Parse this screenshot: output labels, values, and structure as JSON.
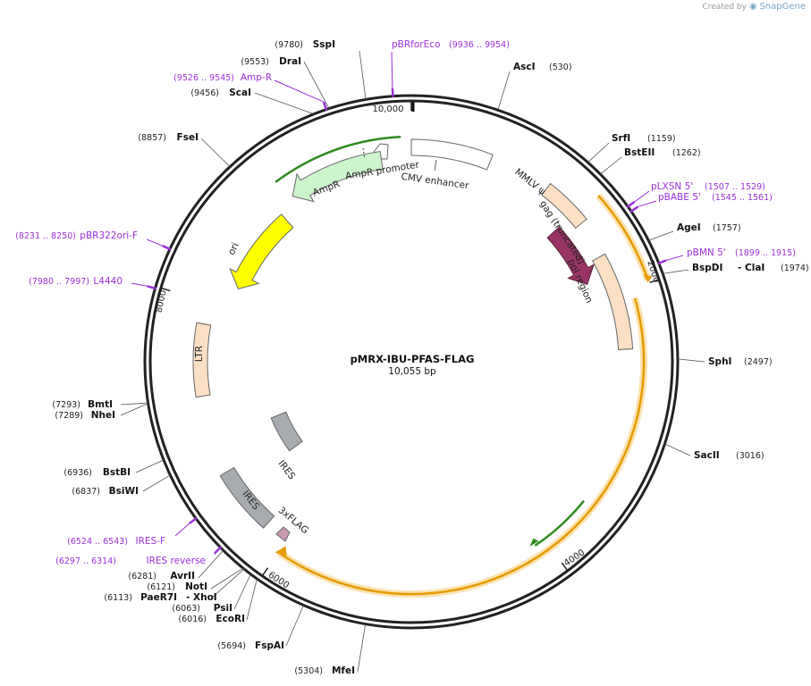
{
  "watermark": {
    "prefix": "Created by",
    "brand": "SnapGene"
  },
  "plasmid": {
    "name": "pMRX-IBU-PFAS-FLAG",
    "size_label": "10,055 bp",
    "total_bp": 10055
  },
  "ticks": [
    {
      "bp": 0,
      "label": "10,000"
    },
    {
      "bp": 2000,
      "label": "2000"
    },
    {
      "bp": 4000,
      "label": "4000"
    },
    {
      "bp": 6000,
      "label": "6000"
    },
    {
      "bp": 8000,
      "label": "8000"
    }
  ],
  "enzymes": [
    {
      "name": "SspI",
      "pos": "(9780)",
      "bp": 9780
    },
    {
      "name": "DraI",
      "pos": "(9553)",
      "bp": 9553
    },
    {
      "name": "ScaI",
      "pos": "(9456)",
      "bp": 9456
    },
    {
      "name": "FseI",
      "pos": "(8857)",
      "bp": 8857
    },
    {
      "name": "AscI",
      "pos": "(530)",
      "bp": 530
    },
    {
      "name": "SrfI",
      "pos": "(1159)",
      "bp": 1159
    },
    {
      "name": "BstEII",
      "pos": "(1262)",
      "bp": 1262
    },
    {
      "name": "AgeI",
      "pos": "(1757)",
      "bp": 1757
    },
    {
      "name": "BspDI",
      "pos": "(1974)",
      "bp": 1974,
      "extra": "- ClaI"
    },
    {
      "name": "SphI",
      "pos": "(2497)",
      "bp": 2497
    },
    {
      "name": "SacII",
      "pos": "(3016)",
      "bp": 3016
    },
    {
      "name": "BmtI",
      "pos": "(7293)",
      "bp": 7293
    },
    {
      "name": "NheI",
      "pos": "(7289)",
      "bp": 7289
    },
    {
      "name": "BstBI",
      "pos": "(6936)",
      "bp": 6936
    },
    {
      "name": "BsiWI",
      "pos": "(6837)",
      "bp": 6837
    },
    {
      "name": "AvrII",
      "pos": "(6281)",
      "bp": 6281
    },
    {
      "name": "NotI",
      "pos": "(6121)",
      "bp": 6121
    },
    {
      "name": "PaeR7I",
      "pos": "(6113)",
      "bp": 6113,
      "extra": "- XhoI"
    },
    {
      "name": "PsiI",
      "pos": "(6063)",
      "bp": 6063
    },
    {
      "name": "EcoRI",
      "pos": "(6016)",
      "bp": 6016
    },
    {
      "name": "FspAI",
      "pos": "(5694)",
      "bp": 5694
    },
    {
      "name": "MfeI",
      "pos": "(5304)",
      "bp": 5304
    }
  ],
  "primers": [
    {
      "name": "pBRforEco",
      "range": "(9936 .. 9954)",
      "bp": 9945
    },
    {
      "name": "Amp-R",
      "range": "(9526 .. 9545)",
      "bp": 9535
    },
    {
      "name": "pLXSN 5'",
      "range": "(1507 .. 1529)",
      "bp": 1518
    },
    {
      "name": "pBABE 5'",
      "range": "(1545 .. 1561)",
      "bp": 1553
    },
    {
      "name": "pBMN 5'",
      "range": "(1899 .. 1915)",
      "bp": 1907
    },
    {
      "name": "pBR322ori-F",
      "range": "(8231 .. 8250)",
      "bp": 8240
    },
    {
      "name": "L4440",
      "range": "(7980 .. 7997)",
      "bp": 7988
    },
    {
      "name": "IRES-F",
      "range": "(6524 .. 6543)",
      "bp": 6533
    },
    {
      "name": "IRES reverse",
      "range": "(6297 .. 6314)",
      "bp": 6305
    }
  ],
  "features": [
    {
      "name": "CMV enhancer",
      "color": "#ffffff"
    },
    {
      "name": "AmpR promoter",
      "color": "#ffffff"
    },
    {
      "name": "AmpR",
      "color": "#ccf5cc"
    },
    {
      "name": "ori",
      "color": "#ffff00"
    },
    {
      "name": "LTR",
      "color": "#fce0c4"
    },
    {
      "name": "MMLV ψ",
      "color": "#fce0c4"
    },
    {
      "name": "gag (truncated)",
      "color": "#993366"
    },
    {
      "name": "pol region",
      "color": "#fce0c4"
    },
    {
      "name": "IRES",
      "color": "#a8abb0"
    },
    {
      "name": "IRES",
      "color": "#a8abb0"
    },
    {
      "name": "3xFLAG",
      "color": "#cc99b3"
    }
  ],
  "colors": {
    "primer": "#9b30d9",
    "orf": "#e89a00",
    "orf_glow": "#fbe2b0",
    "green_arrow": "#2e8b1e"
  }
}
